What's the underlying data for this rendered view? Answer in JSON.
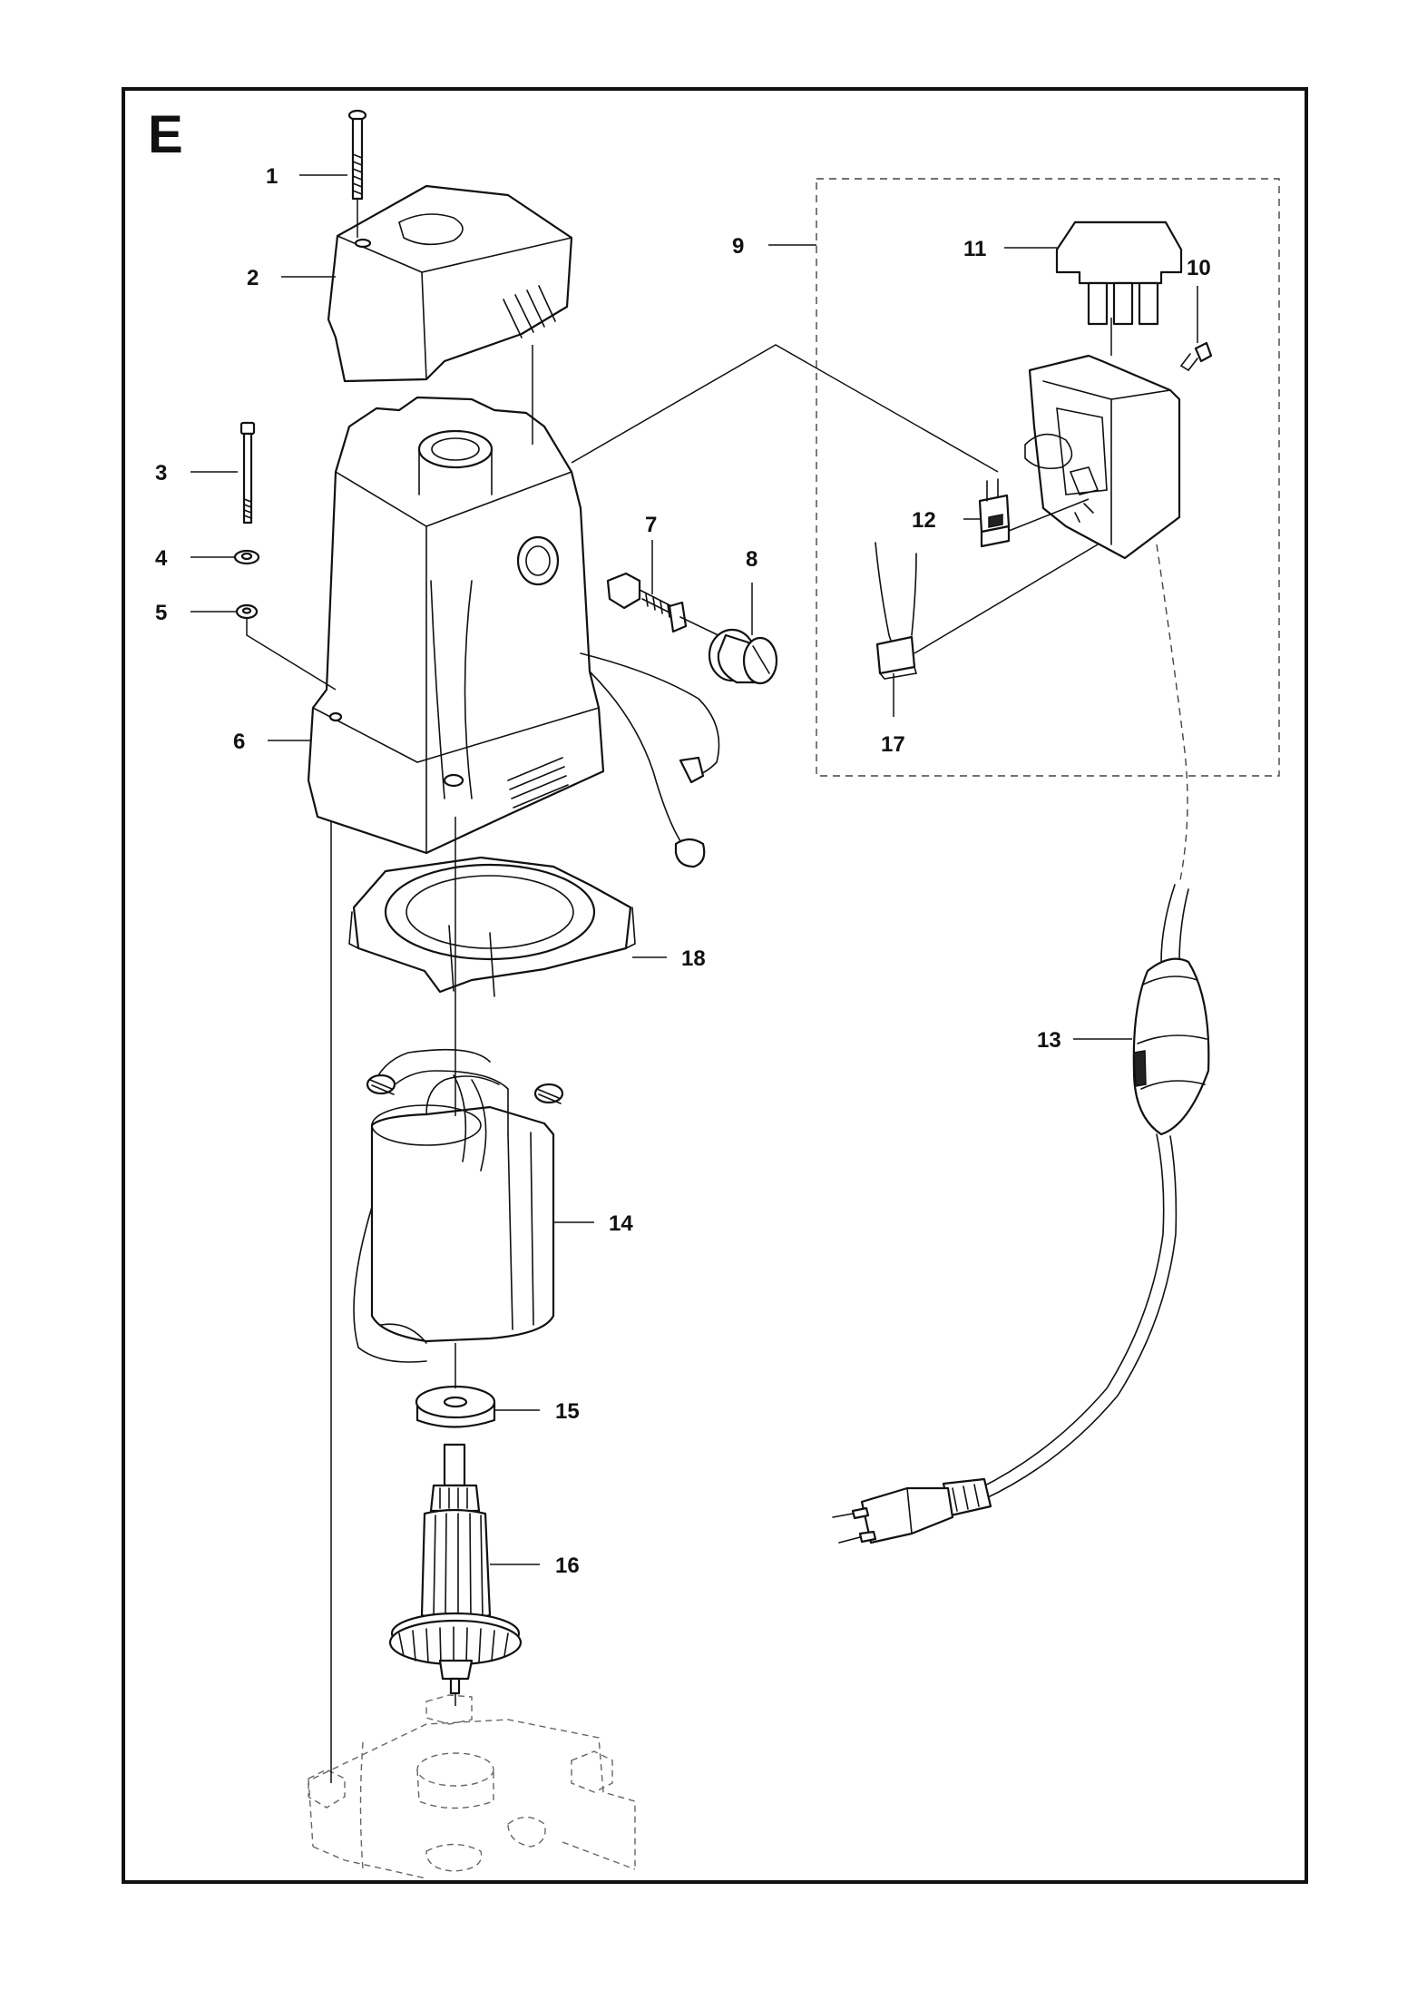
{
  "section_label": "E",
  "callouts": [
    {
      "id": "1",
      "part": "screw-long"
    },
    {
      "id": "2",
      "part": "motor-cover"
    },
    {
      "id": "3",
      "part": "tie-bolt"
    },
    {
      "id": "4",
      "part": "washer"
    },
    {
      "id": "5",
      "part": "nut"
    },
    {
      "id": "6",
      "part": "motor-housing"
    },
    {
      "id": "7",
      "part": "carbon-brush"
    },
    {
      "id": "8",
      "part": "brush-cap"
    },
    {
      "id": "9",
      "part": "switch-assembly"
    },
    {
      "id": "10",
      "part": "screw-small"
    },
    {
      "id": "11",
      "part": "power-switch"
    },
    {
      "id": "12",
      "part": "suppressor"
    },
    {
      "id": "13",
      "part": "power-cord-rcd-plug"
    },
    {
      "id": "14",
      "part": "stator"
    },
    {
      "id": "15",
      "part": "bearing-seal"
    },
    {
      "id": "16",
      "part": "rotor-fan"
    },
    {
      "id": "17",
      "part": "capacitor"
    },
    {
      "id": "18",
      "part": "fan-cover-ring"
    }
  ]
}
